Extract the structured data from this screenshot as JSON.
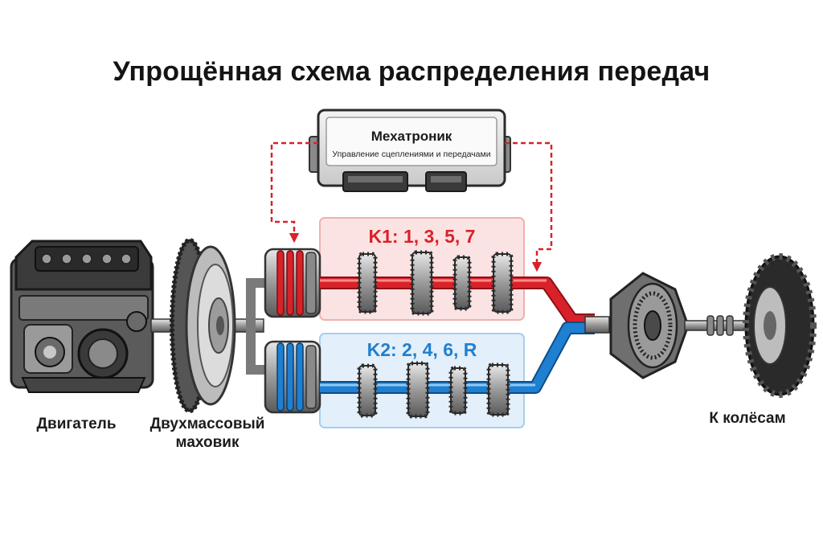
{
  "title": "Упрощённая схема распределения передач",
  "mechatronic": {
    "name": "Мехатроник",
    "subtitle": "Управление сцеплениями и передачами"
  },
  "shafts": {
    "k1_label": "K1: 1, 3, 5, 7",
    "k2_label": "K2: 2, 4, 6, R"
  },
  "labels": {
    "engine": "Двигатель",
    "flywheel_line1": "Двухмассовый",
    "flywheel_line2": "маховик",
    "wheels": "К колёсам"
  },
  "colors": {
    "k1": "#d8222a",
    "k2": "#1f7fd0",
    "k1_panel": "#fbe3e3",
    "k2_panel": "#e3effa",
    "signal": "#d8222a"
  }
}
